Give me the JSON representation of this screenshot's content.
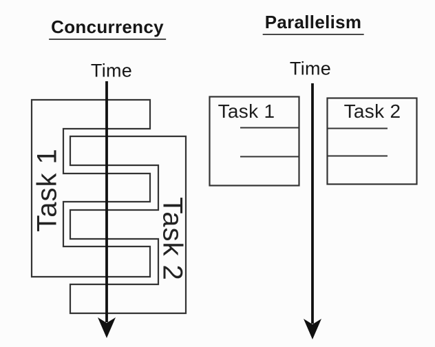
{
  "left_panel": {
    "title": "Concurrency",
    "time_label": "Time",
    "task1_label": "Task 1",
    "task2_label": "Task 2"
  },
  "right_panel": {
    "title": "Parallelism",
    "time_label": "Time",
    "task1_label": "Task 1",
    "task2_label": "Task 2"
  },
  "colors": {
    "background": "#fcfcfc",
    "line": "#333333",
    "arrow": "#111111",
    "text": "#161616"
  }
}
